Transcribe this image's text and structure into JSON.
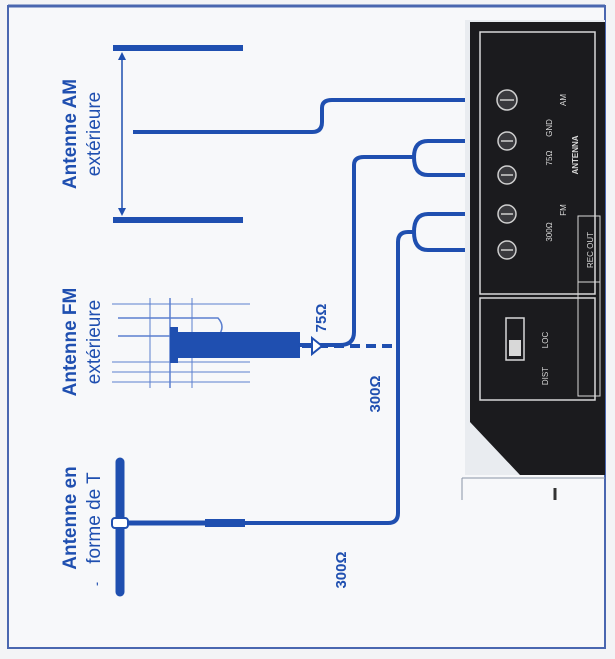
{
  "labels": {
    "am_line1": "Antenne AM",
    "am_line2": "extérieure",
    "fm_line1": "Antenne FM",
    "fm_line2": "extérieure",
    "t_line1": "Antenne en",
    "t_line2": "forme de T",
    "ohm_75": "75Ω",
    "ohm_300_fm": "300Ω",
    "ohm_300_t": "300Ω"
  },
  "panel_labels": {
    "antenna": "ANTENNA",
    "fm": "FM",
    "am": "AM",
    "gnd": "GND",
    "ohm75": "75Ω",
    "ohm300": "300Ω",
    "loc": "LOC",
    "dist": "DIST",
    "recout": "REC OUT"
  },
  "colors": {
    "ink": "#1f4fb0",
    "ink_light": "#5b7fcf",
    "panel": "#1b1b1e",
    "panel_text": "#d8d8d8",
    "border": "#4a67b0"
  }
}
